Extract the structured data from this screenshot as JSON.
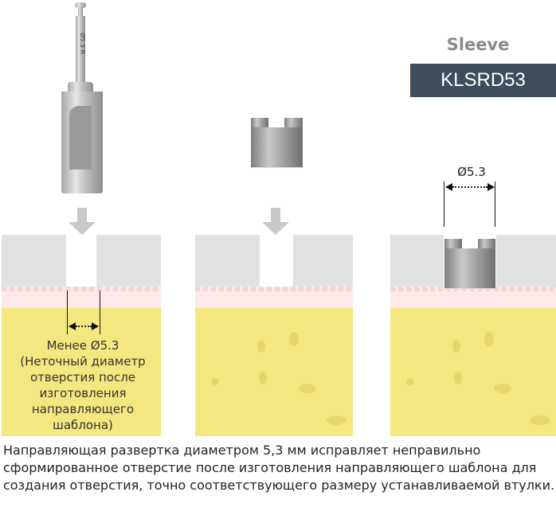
{
  "product": {
    "title": "Sleeve",
    "code": "KLSRD53"
  },
  "drill_engraving": "Ø5.3 R",
  "panel1": {
    "label_lines": [
      "Менее Ø5.3",
      "(Неточный диаметр",
      "отверстия после",
      "изготовления",
      "направляющего",
      "шаблона)"
    ]
  },
  "panel3": {
    "dimension": "Ø5.3"
  },
  "caption": "Направляющая развертка диаметром 5,3 мм исправляет неправильно сформированное отверстие после изготовления направляющего шаблона для создания отверстия, точно соответствующего размеру устанавливаемой втулки.",
  "colors": {
    "guide": "#e1e1e3",
    "gum": "#fde9ea",
    "bone": "#f4e77f",
    "badge": "#3e4d5a"
  }
}
